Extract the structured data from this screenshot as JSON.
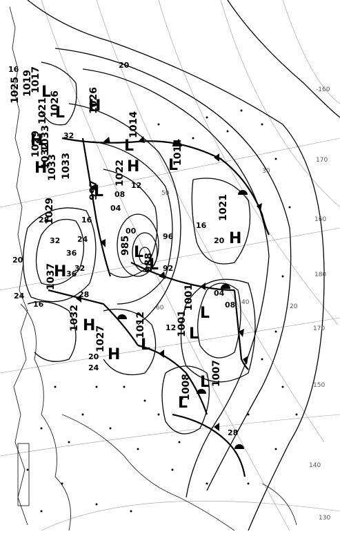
{
  "highs": [
    {
      "letter": "H",
      "value": "1029"
    },
    {
      "letter": "H",
      "value": "1032"
    },
    {
      "letter": "H",
      "value": "1037"
    },
    {
      "letter": "H",
      "value": "1032"
    },
    {
      "letter": "H",
      "value": "1027"
    },
    {
      "letter": "H",
      "value": "1022"
    },
    {
      "letter": "H",
      "value": "1021"
    },
    {
      "letter": "H",
      "value": "1026"
    }
  ],
  "lows": [
    {
      "letter": "L",
      "value": "985"
    },
    {
      "letter": "L",
      "value": "988"
    },
    {
      "letter": "L",
      "value": "997"
    },
    {
      "letter": "L",
      "value": "1001"
    },
    {
      "letter": "L",
      "value": "1001"
    },
    {
      "letter": "L",
      "value": "1007"
    },
    {
      "letter": "L",
      "value": "1008"
    },
    {
      "letter": "L",
      "value": "1012"
    },
    {
      "letter": "L",
      "value": "1014"
    },
    {
      "letter": "L",
      "value": "1014"
    },
    {
      "letter": "L",
      "value": "1017"
    },
    {
      "letter": "L",
      "value": "1026"
    }
  ],
  "extra_values": [
    "1025",
    "1019",
    "1021",
    "1033",
    "1033",
    "1033",
    "1029"
  ],
  "isobar_labels": [
    "20",
    "16",
    "12",
    "08",
    "04",
    "00",
    "96",
    "92",
    "24",
    "28",
    "32",
    "36",
    "20",
    "16",
    "12",
    "08",
    "04",
    "16",
    "20",
    "24",
    "28",
    "32",
    "36",
    "16",
    "20",
    "24",
    "28",
    "32"
  ],
  "grid_labels": [
    "-160",
    "170",
    "160",
    "150",
    "140",
    "130",
    "180",
    "170",
    "60",
    "50",
    "40",
    "30",
    "20"
  ]
}
